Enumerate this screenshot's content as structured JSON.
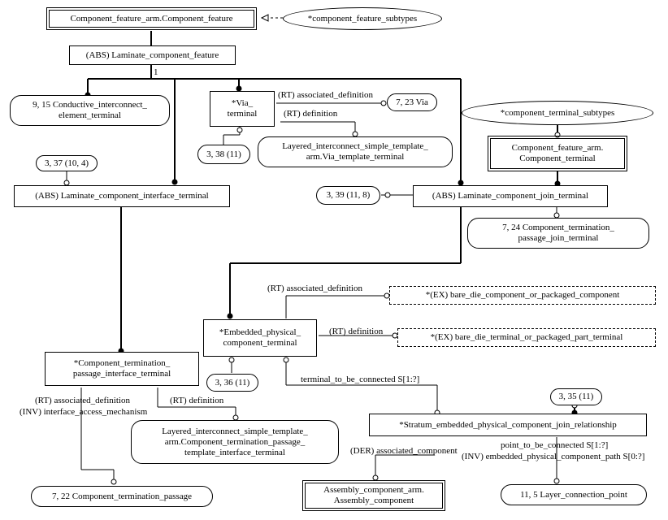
{
  "entities": {
    "component_feature": "Component_feature_arm.Component_feature",
    "component_feature_subtypes": "*component_feature_subtypes",
    "laminate_component_feature": "(ABS) Laminate_component_feature",
    "conductive_terminal": [
      "9, 15 Conductive_interconnect_",
      "element_terminal"
    ],
    "via_terminal": [
      "*Via_",
      "terminal"
    ],
    "via_ref": "7, 23 Via",
    "via_template_ref": [
      "Layered_interconnect_simple_template_",
      "arm.Via_template_terminal"
    ],
    "via_page_ref": "3, 38 (11)",
    "component_terminal_subtypes": "*component_terminal_subtypes",
    "component_terminal": [
      "Component_feature_arm.",
      "Component_terminal"
    ],
    "interface_page_ref": "3, 37 (10, 4)",
    "laminate_interface_terminal": "(ABS) Laminate_component_interface_terminal",
    "join_page_ref": "3, 39 (11, 8)",
    "laminate_join_terminal": "(ABS) Laminate_component_join_terminal",
    "passage_join_terminal": [
      "7, 24 Component_termination_",
      "passage_join_terminal"
    ],
    "bare_die_component": "*(EX) bare_die_component_or_packaged_component",
    "embedded_terminal": [
      "*Embedded_physical_",
      "component_terminal"
    ],
    "bare_die_terminal": "*(EX) bare_die_terminal_or_packaged_part_terminal",
    "passage_interface_terminal": [
      "*Component_termination_",
      "passage_interface_terminal"
    ],
    "embedded_page_ref": "3, 36 (11)",
    "stratum_page_ref": "3, 35 (11)",
    "stratum_relationship": "*Stratum_embedded_physical_component_join_relationship",
    "passage_template_ref": [
      "Layered_interconnect_simple_template_",
      "arm.Component_termination_passage_",
      "template_interface_terminal"
    ],
    "termination_passage": "7, 22 Component_termination_passage",
    "assembly_component": [
      "Assembly_component_arm.",
      "Assembly_component"
    ],
    "layer_connection_point": "11, 5 Layer_connection_point"
  },
  "labels": {
    "cardinality_one": "1",
    "via_assoc_def": "(RT) associated_definition",
    "via_def": "(RT) definition",
    "embedded_assoc_def": "(RT) associated_definition",
    "embedded_def": "(RT) definition",
    "passage_assoc_def": "(RT) associated_definition",
    "passage_access": "(INV) interface_access_mechanism",
    "passage_def": "(RT) definition",
    "terminal_to_connect": "terminal_to_be_connected S[1:?]",
    "der_assoc_comp": "(DER) associated_component",
    "point_to_connect": "point_to_be_connected S[1:?]",
    "inv_path": "(INV) embedded_physical_component_path S[0:?]"
  }
}
